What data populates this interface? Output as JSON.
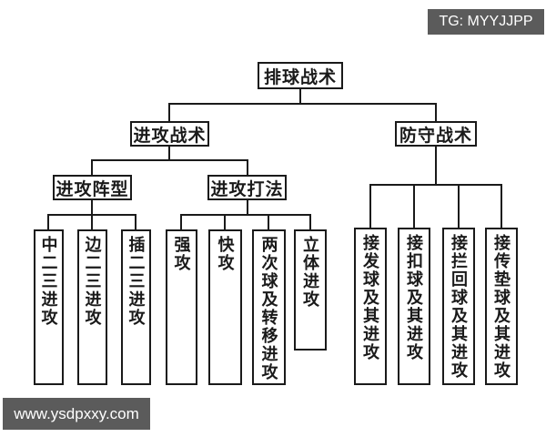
{
  "colors": {
    "page_bg": "#ffffff",
    "box_bg": "#ffffff",
    "line": "#1a1a1a",
    "text": "#1a1a1a",
    "badge_bg": "#5b5b5b",
    "badge_text": "#ffffff"
  },
  "badges": {
    "top_right": {
      "text": "TG: MYYJJPP"
    },
    "bottom_left": {
      "text": "www.ysdpxxy.com"
    }
  },
  "tree": {
    "root": {
      "label": "排球战术"
    },
    "offense": {
      "label": "进攻战术"
    },
    "defense": {
      "label": "防守战术"
    },
    "formation": {
      "label": "进攻阵型"
    },
    "play": {
      "label": "进攻打法"
    },
    "formation_children": [
      {
        "label": "中二三进攻"
      },
      {
        "label": "边二三进攻"
      },
      {
        "label": "插二三进攻"
      }
    ],
    "play_children": [
      {
        "label": "强攻"
      },
      {
        "label": "快攻"
      },
      {
        "label": "两次球及转移进攻"
      },
      {
        "label": "立体进攻"
      }
    ],
    "defense_children": [
      {
        "label": "接发球及其进攻"
      },
      {
        "label": "接扣球及其进攻"
      },
      {
        "label": "接拦回球及其进攻"
      },
      {
        "label": "接传垫球及其进攻"
      }
    ]
  }
}
